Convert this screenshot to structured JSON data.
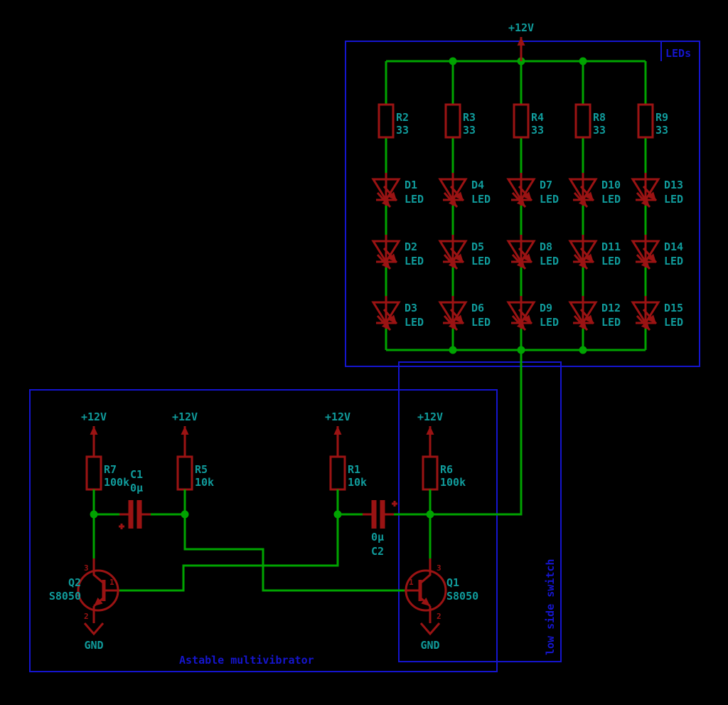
{
  "colors": {
    "background": "#000000",
    "wire": "#00A300",
    "component": "#9B1313",
    "label": "#109B9B",
    "frame": "#1515CE"
  },
  "led_board": {
    "frame_label": "LEDs",
    "power_label": "+12V",
    "columns": [
      {
        "resistor": {
          "ref": "R2",
          "value": "33"
        },
        "leds": [
          {
            "ref": "D1",
            "value": "LED"
          },
          {
            "ref": "D2",
            "value": "LED"
          },
          {
            "ref": "D3",
            "value": "LED"
          }
        ]
      },
      {
        "resistor": {
          "ref": "R3",
          "value": "33"
        },
        "leds": [
          {
            "ref": "D4",
            "value": "LED"
          },
          {
            "ref": "D5",
            "value": "LED"
          },
          {
            "ref": "D6",
            "value": "LED"
          }
        ]
      },
      {
        "resistor": {
          "ref": "R4",
          "value": "33"
        },
        "leds": [
          {
            "ref": "D7",
            "value": "LED"
          },
          {
            "ref": "D8",
            "value": "LED"
          },
          {
            "ref": "D9",
            "value": "LED"
          }
        ]
      },
      {
        "resistor": {
          "ref": "R8",
          "value": "33"
        },
        "leds": [
          {
            "ref": "D10",
            "value": "LED"
          },
          {
            "ref": "D11",
            "value": "LED"
          },
          {
            "ref": "D12",
            "value": "LED"
          }
        ]
      },
      {
        "resistor": {
          "ref": "R9",
          "value": "33"
        },
        "leds": [
          {
            "ref": "D13",
            "value": "LED"
          },
          {
            "ref": "D14",
            "value": "LED"
          },
          {
            "ref": "D15",
            "value": "LED"
          }
        ]
      }
    ]
  },
  "multivibrator": {
    "frame_label": "Astable multivibrator",
    "switch_frame_label": "low side switch",
    "power_label": "+12V",
    "ground_label": "GND",
    "resistors": [
      {
        "ref": "R7",
        "value": "100k"
      },
      {
        "ref": "R5",
        "value": "10k"
      },
      {
        "ref": "R1",
        "value": "10k"
      },
      {
        "ref": "R6",
        "value": "100k"
      }
    ],
    "capacitors": [
      {
        "ref": "C1",
        "value": "0µ"
      },
      {
        "ref": "C2",
        "value": "0µ"
      }
    ],
    "transistors": [
      {
        "ref": "Q2",
        "value": "S8050"
      },
      {
        "ref": "Q1",
        "value": "S8050"
      }
    ],
    "pins": {
      "base": "1",
      "emitter": "2",
      "collector": "3"
    }
  }
}
